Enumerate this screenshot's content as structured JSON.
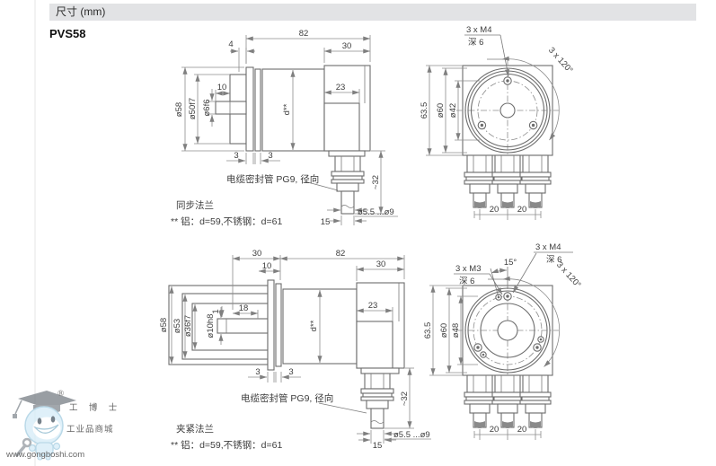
{
  "header": {
    "title": "尺寸 (mm)"
  },
  "model": "PVS58",
  "sync": {
    "flange_label": "同步法兰",
    "note": "** 铝：d=59,不锈钢：d=61",
    "cable_gland": "电缆密封管 PG9, 径向",
    "side": {
      "len82": "82",
      "len30": "30",
      "len4": "4",
      "len10": "10",
      "len23": "23",
      "d58": "ø58",
      "d50": "ø50f7",
      "d6": "ø6f6",
      "dstar": "d**",
      "t3a": "3",
      "t3b": "3",
      "h32": "~32",
      "len15": "15",
      "cable_d": "ø5.5 ...ø9"
    },
    "front": {
      "h635": "63.5",
      "d60": "ø60",
      "d42": "ø42",
      "m4": "3 x M4",
      "m4depth": "深 6",
      "arc120": "3 x 120°",
      "p20a": "20",
      "p20b": "20"
    }
  },
  "clamp": {
    "flange_label": "夹紧法兰",
    "note": "** 铝：d=59,不锈钢：d=61",
    "cable_gland": "电缆密封管 PG9, 径向",
    "side": {
      "len30a": "30",
      "len82": "82",
      "len30b": "30",
      "len10": "10",
      "len18": "18",
      "len1": "1",
      "len23": "23",
      "d58": "ø58",
      "d53": "ø53",
      "d36": "ø36f7",
      "d10": "ø10h8",
      "dstar": "d**",
      "t3a": "3",
      "t3b": "3",
      "h32": "~32",
      "len15": "15",
      "cable_d": "ø5.5 ...ø9"
    },
    "front": {
      "h635": "63.5",
      "d60": "ø60",
      "d48": "ø48",
      "m4": "3 x M4",
      "m4depth": "深 6",
      "m3": "3 x M3",
      "m3depth": "深 6",
      "a15": "15°",
      "arc120": "3 x 120°",
      "p20a": "20",
      "p20b": "20"
    }
  },
  "watermark": {
    "reg": "®",
    "brand": "工 博 士",
    "tagline": "工业品商城",
    "url": "www.gongboshi.com"
  }
}
